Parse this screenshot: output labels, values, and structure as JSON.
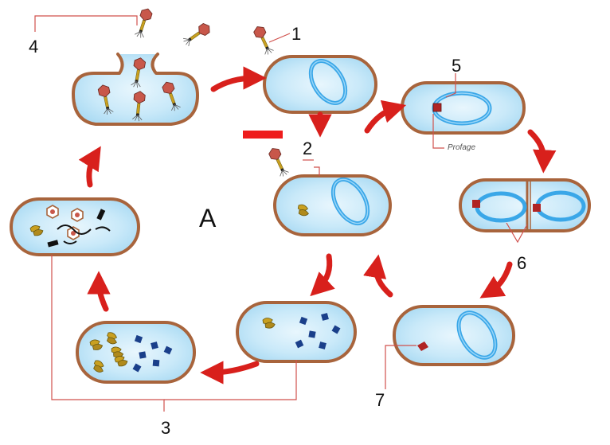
{
  "labels": {
    "n1": "1",
    "n2": "2",
    "n3": "3",
    "n4": "4",
    "n5": "5",
    "n6": "6",
    "n7": "7",
    "center": "A",
    "prophage": "Profage"
  },
  "colors": {
    "cell_wall": "#a8643c",
    "cytoplasm": "#bfe4f7",
    "chromosome": "#3aa7e8",
    "arrow": "#d8201c",
    "leader_line": "#d0504c",
    "phage_head": "#c8574a",
    "phage_tail": "#c9a020",
    "phage_dna_segment": "#b08a1c",
    "protein_block": "#1a3f8a",
    "inhibitor_bar": "#ee1c1c"
  },
  "stages": [
    "lysis-release",
    "phage-attachment",
    "prophage-integration",
    "cell-division",
    "prophage-excision",
    "dna-injection",
    "replication",
    "assembly",
    "mature-phages"
  ]
}
